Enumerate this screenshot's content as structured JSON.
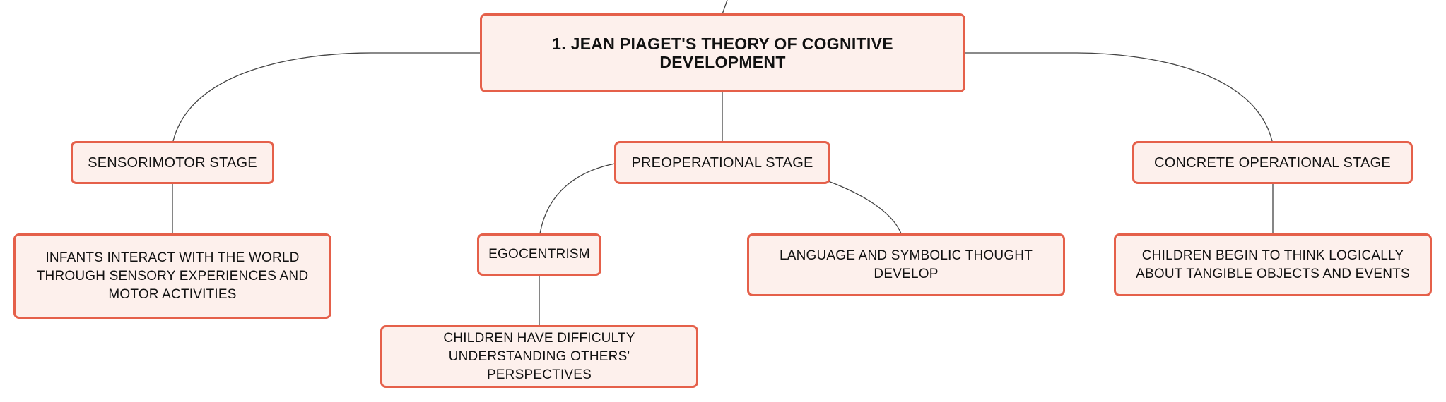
{
  "diagram": {
    "type": "mind-map",
    "colors": {
      "node_fill": "#fdf0ec",
      "node_border": "#e5604a",
      "connector": "#444444",
      "text": "#111111"
    },
    "root": {
      "label": "1. JEAN PIAGET'S THEORY OF COGNITIVE DEVELOPMENT"
    },
    "stages": [
      {
        "label": "SENSORIMOTOR STAGE",
        "details": [
          {
            "label": "INFANTS INTERACT WITH THE WORLD THROUGH SENSORY EXPERIENCES AND MOTOR ACTIVITIES"
          }
        ]
      },
      {
        "label": "PREOPERATIONAL STAGE",
        "details": [
          {
            "label": "EGOCENTRISM",
            "details": [
              {
                "label": "CHILDREN HAVE DIFFICULTY UNDERSTANDING OTHERS' PERSPECTIVES"
              }
            ]
          },
          {
            "label": "LANGUAGE AND SYMBOLIC THOUGHT DEVELOP"
          }
        ]
      },
      {
        "label": "CONCRETE OPERATIONAL STAGE",
        "details": [
          {
            "label": "CHILDREN BEGIN TO THINK LOGICALLY ABOUT TANGIBLE OBJECTS AND EVENTS"
          }
        ]
      }
    ]
  }
}
